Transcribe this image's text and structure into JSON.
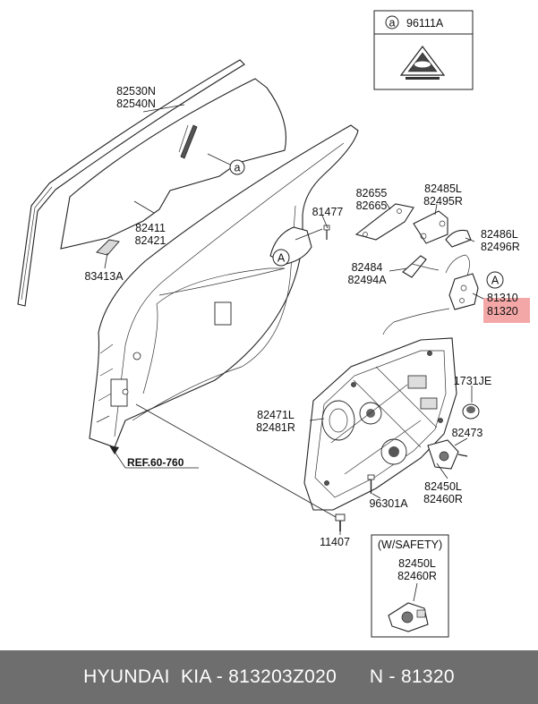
{
  "callout_symbol": "a",
  "legend": {
    "part_number": "96111A"
  },
  "labels": {
    "glass_run": [
      "82530N",
      "82540N"
    ],
    "glass": [
      "82411",
      "82421"
    ],
    "clip": "83413A",
    "bolt_81477": "81477",
    "handle_assembly": [
      "82655",
      "82665"
    ],
    "handle_bracket": [
      "82485L",
      "82495R"
    ],
    "handle_cover": [
      "82486L",
      "82496R"
    ],
    "handle_rod": [
      "82484",
      "82494A"
    ],
    "latch": [
      "81310",
      "81320"
    ],
    "grommet": "1731JE",
    "regulator": [
      "82471L",
      "82481R"
    ],
    "motor_main": "82473",
    "motor": [
      "82450L",
      "82460R"
    ],
    "bolt_96301": "96301A",
    "bolt_11407": "11407",
    "ref": "REF.60-760",
    "safety_title": "(W/SAFETY)",
    "safety_motor": [
      "82450L",
      "82460R"
    ],
    "callout_A": "A"
  },
  "highlight_color": "#f4a7a7",
  "footer": {
    "brand": "HYUNDAI  KIA - 813203Z020",
    "code": "N - 81320"
  }
}
